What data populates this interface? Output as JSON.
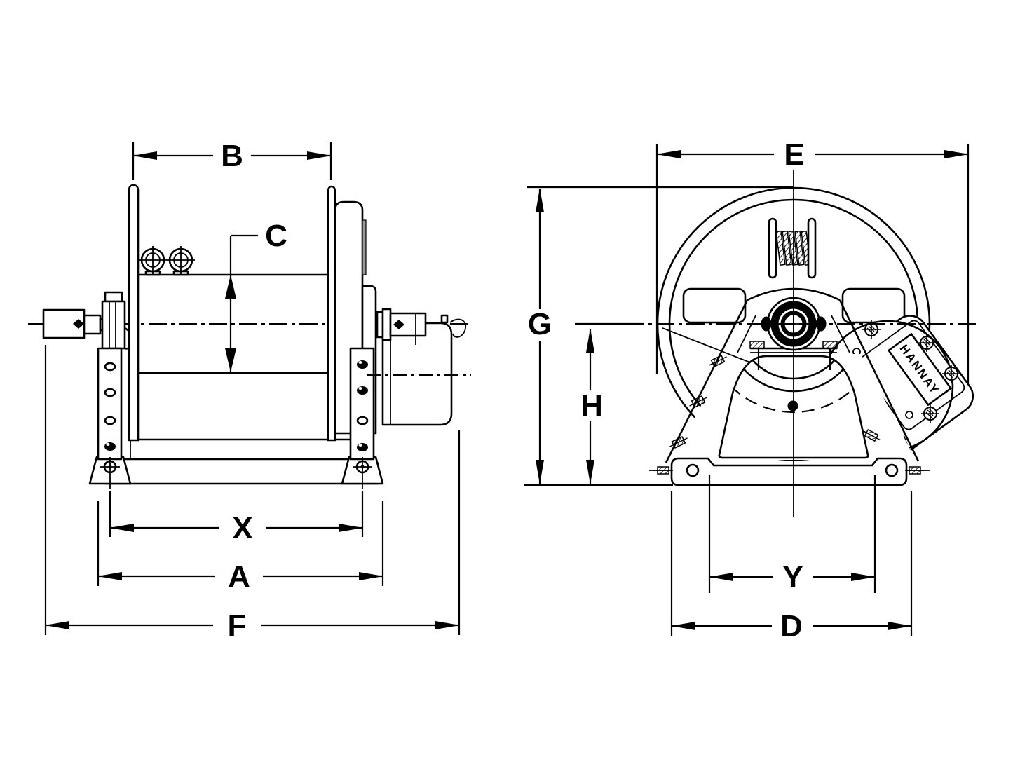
{
  "page": {
    "background": "#ffffff",
    "line_color": "#000000"
  },
  "drawing": {
    "brand_label": "HANNAY"
  },
  "dims": {
    "b": "B",
    "c": "C",
    "x": "X",
    "a": "A",
    "f": "F",
    "e": "E",
    "g": "G",
    "h": "H",
    "y": "Y",
    "d": "D"
  }
}
